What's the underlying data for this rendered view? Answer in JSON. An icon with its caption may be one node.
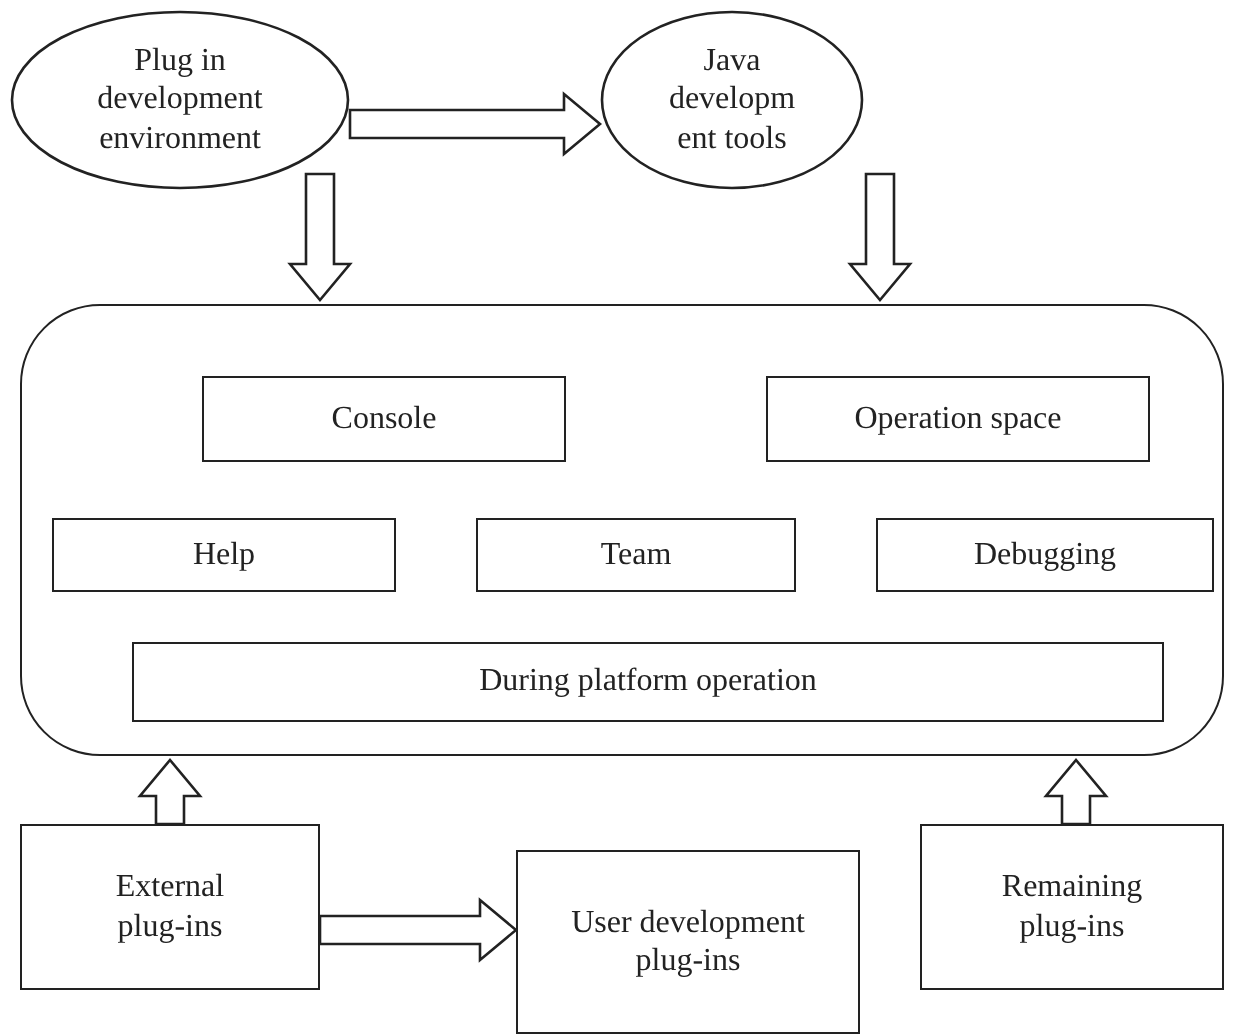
{
  "diagram": {
    "nodes": [
      {
        "text": [
          "Plug in development environment"
        ]
      },
      {
        "text": [
          "Java developm ent tools"
        ]
      },
      {
        "text": [],
        "shape": "box"
      },
      {
        "text": [
          "Console"
        ],
        "in": 2
      },
      {
        "text": [
          "Operation space"
        ],
        "in": 2
      },
      {
        "text": [
          "Help"
        ],
        "in": 2
      },
      {
        "text": [
          "Team"
        ],
        "in": 2
      },
      {
        "text": [
          "Debugging"
        ],
        "in": 2
      },
      {
        "text": [
          "During platform operation"
        ],
        "in": 2
      },
      {
        "text": [
          "External plug-ins"
        ]
      },
      {
        "text": [
          "User development plug-ins"
        ]
      },
      {
        "text": [
          "Remaining plug-ins"
        ]
      }
    ],
    "edges": [
      {
        "from": 0,
        "to": 1,
        "arrow": "to"
      },
      {
        "from": 0,
        "to": 2,
        "arrow": "to"
      },
      {
        "from": 1,
        "to": 2,
        "arrow": "to"
      },
      {
        "from": 9,
        "to": 2,
        "arrow": "to"
      },
      {
        "from": 11,
        "to": 2,
        "arrow": "to"
      },
      {
        "from": 9,
        "to": 10,
        "arrow": "to"
      }
    ]
  }
}
